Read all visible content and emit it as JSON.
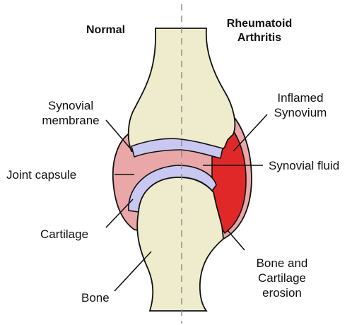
{
  "headers": {
    "normal": "Normal",
    "ra_line1": "Rheumatoid",
    "ra_line2": "Arthritis"
  },
  "labels": {
    "synovial_membrane_1": "Synovial",
    "synovial_membrane_2": "membrane",
    "joint_capsule": "Joint capsule",
    "cartilage": "Cartilage",
    "bone": "Bone",
    "inflamed_1": "Inflamed",
    "inflamed_2": "Synovium",
    "synovial_fluid": "Synovial fluid",
    "erosion_1": "Bone and",
    "erosion_2": "Cartilage",
    "erosion_3": "erosion"
  },
  "colors": {
    "bone": "#eeeccc",
    "cartilage": "#c9c8f0",
    "capsule": "#e9a7a7",
    "inflamed": "#e02828",
    "outline": "#111111",
    "divider": "#888888"
  }
}
